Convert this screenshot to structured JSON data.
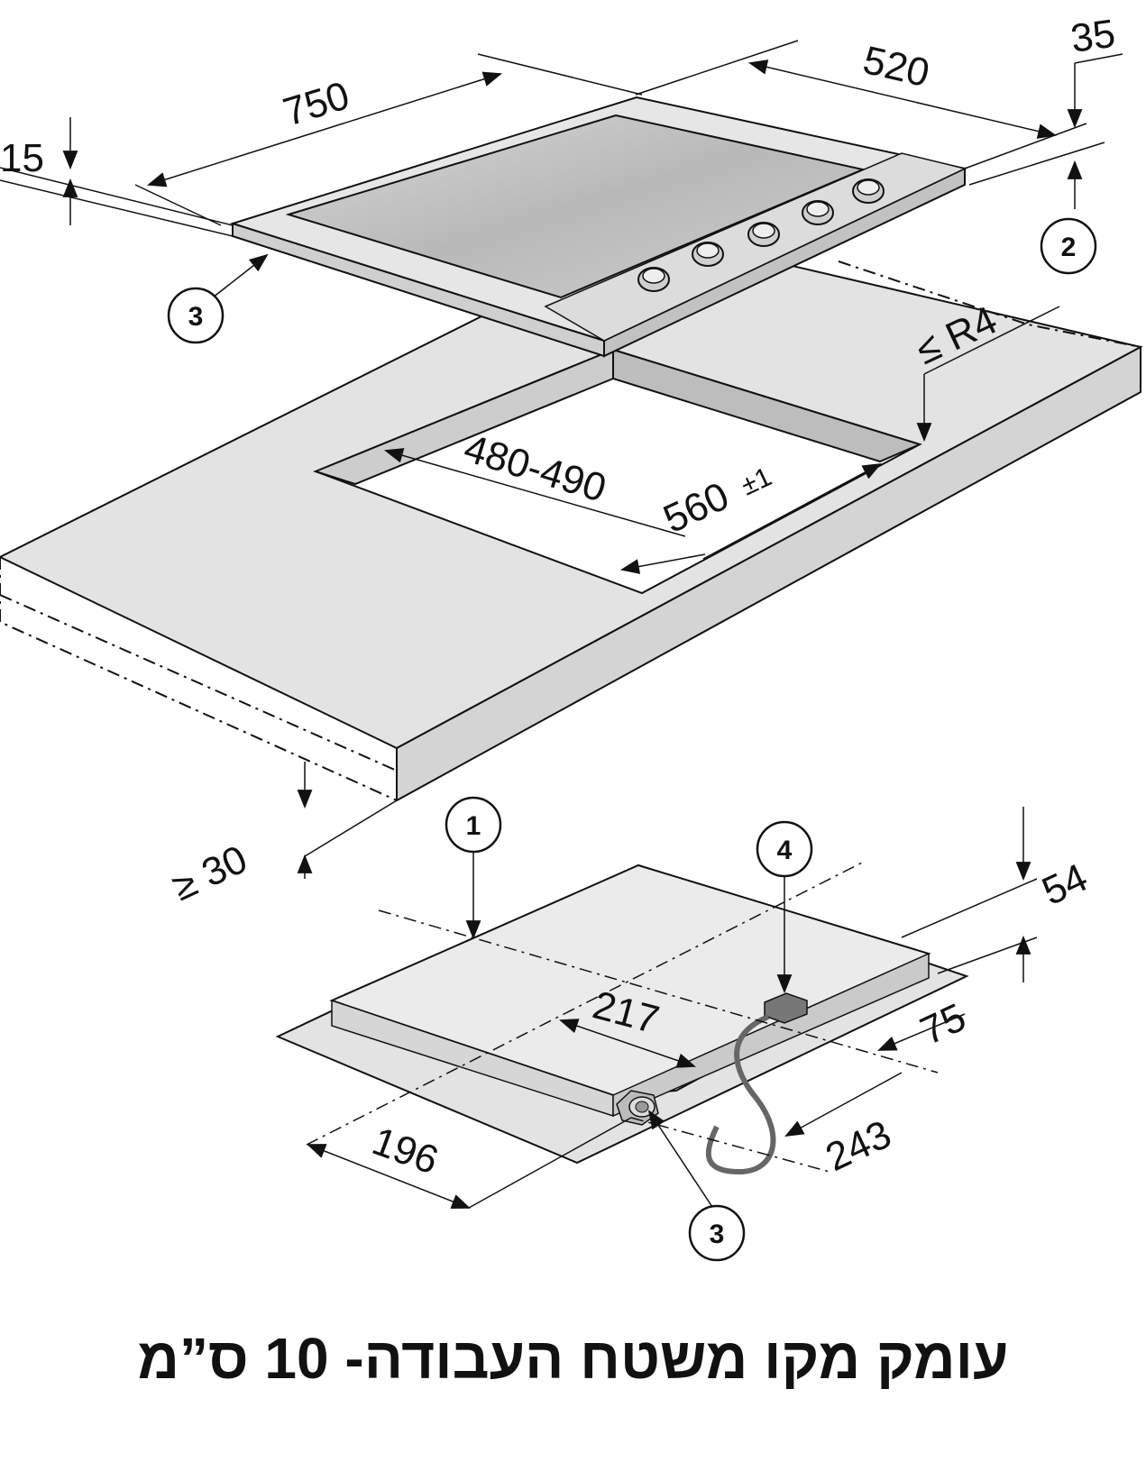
{
  "dimensions": {
    "d750": "750",
    "d520": "520",
    "d35": "35",
    "d15": "15",
    "r4": "≤ R4",
    "d480_490": "480-490",
    "d560": "560",
    "d560_tol": "±1",
    "d30": "≥ 30",
    "d54": "54",
    "d217": "217",
    "d75": "75",
    "d196": "196",
    "d243": "243"
  },
  "callouts": {
    "c1": "1",
    "c2": "2",
    "c3_top": "3",
    "c3_bottom": "3",
    "c4": "4"
  },
  "caption": "עומק מקו משטח העבודה- 10 ס”מ"
}
